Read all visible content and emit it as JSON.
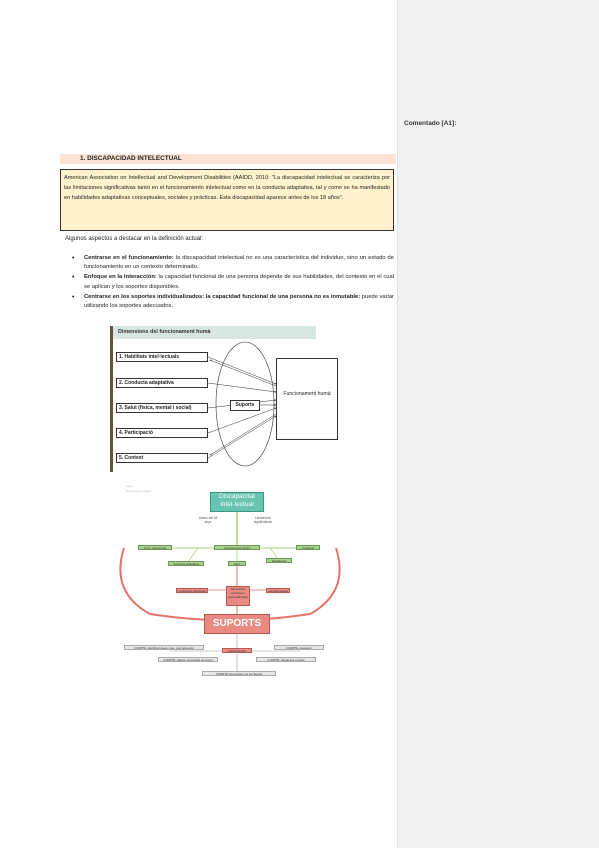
{
  "comment_pane": {
    "title": "Comentado [A1]:"
  },
  "heading": "1.   DISCAPACIDAD INTELECTUAL",
  "definition": "American Association on Intellectual and Development Disabilities (AAIDD, 2010: “La discapacidad intelectual se caracteriza por las limitaciones significativas tanto en el funcionamiento intelectual como en la conducta adaptativa, tal y como se ha manifestado en habilidades adaptativas conceptuales, sociales y prácticas. Esta discapacidad aparece antes de los 18 años”.",
  "intro": "Algunos aspectos a destacar en la definición actual:",
  "bullets": [
    {
      "bold": "Centrarse en el funcionamiento:",
      "text": " la discapacidad intelectual no es una característica del individuo, sino un estado de funcionamiento en un contexto determinado."
    },
    {
      "bold": "Enfoque en la interacción:",
      "text": " la capacidad funcional de una persona depende de sus habilidades, del contexto en el cual se aplican y los soportes disponibles."
    },
    {
      "bold": "Centrarse en los soportes individualizados: la capacidad funcional de una persona no es inmutable:",
      "text": " puede variar utilizando los soportes adecuados."
    }
  ],
  "diagram1": {
    "title": "Dimensions del funcionament humà",
    "boxes": [
      "1. Habilitats intel·lectuals",
      "2. Conducta adaptativa",
      "3. Salut (física, mental i social)",
      "4. Participació",
      "5. Context"
    ],
    "center": "Suports",
    "right": "Funcionament humà"
  },
  "diagram2": {
    "faint_title": "Logo",
    "faint_sub": "Ideas de lluny a agafar",
    "top": "Discapacitat intel·lectual",
    "left_label": "Abans del 18 anys",
    "right_label": "Limitacions significatives",
    "row1": [
      "Func. intel·lectual",
      "Funcionament humà",
      "Conducta"
    ],
    "row2": [
      "Conducta adaptativa",
      "Salut",
      "Participació"
    ],
    "red_left": "Limitacions funcionals",
    "red_center": "Necessitats concretes i personalitzades",
    "red_right": "Característiques",
    "suports": "SUPORTS",
    "sub_red": "Funcionament",
    "greys": [
      "COMPTE: identificar àrees i cap. més rellevants",
      "COMPTE: Avaluació",
      "COMPTE: Valorar necessitats de suport",
      "COMPTE: Seguiment i revisió",
      "COMPTE: Reconèixer qui és l'afectat"
    ]
  }
}
